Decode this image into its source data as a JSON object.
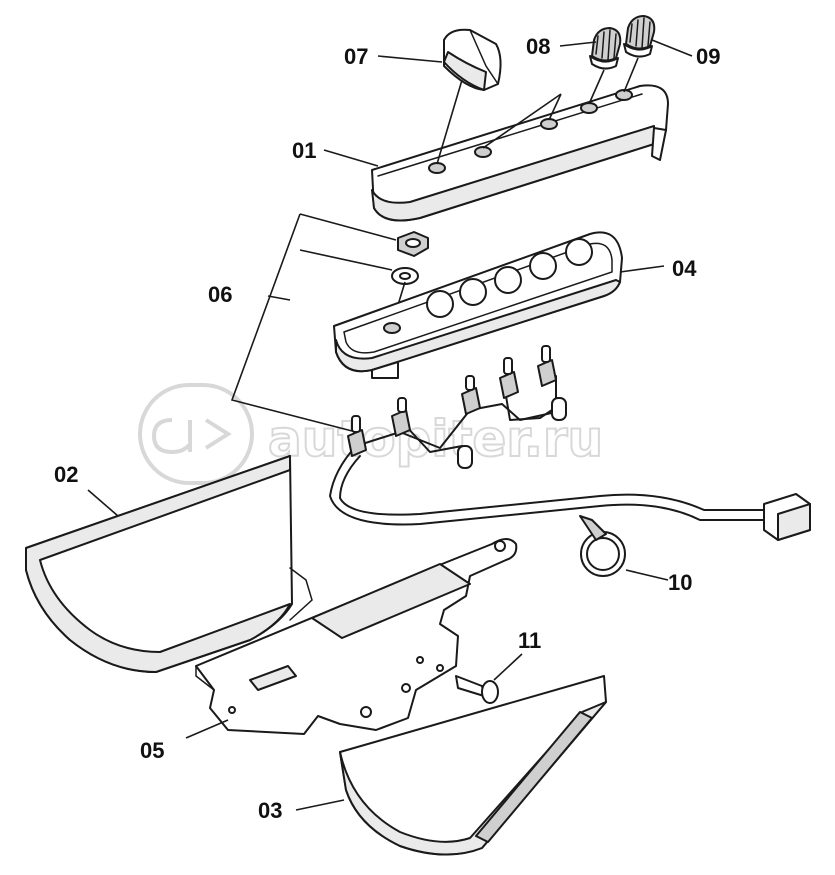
{
  "watermark": {
    "text": "autopiter.ru"
  },
  "callouts": {
    "c01": "01",
    "c02": "02",
    "c03": "03",
    "c04": "04",
    "c05": "05",
    "c06": "06",
    "c07": "07",
    "c08": "08",
    "c09": "09",
    "c10": "10",
    "c11": "11"
  }
}
